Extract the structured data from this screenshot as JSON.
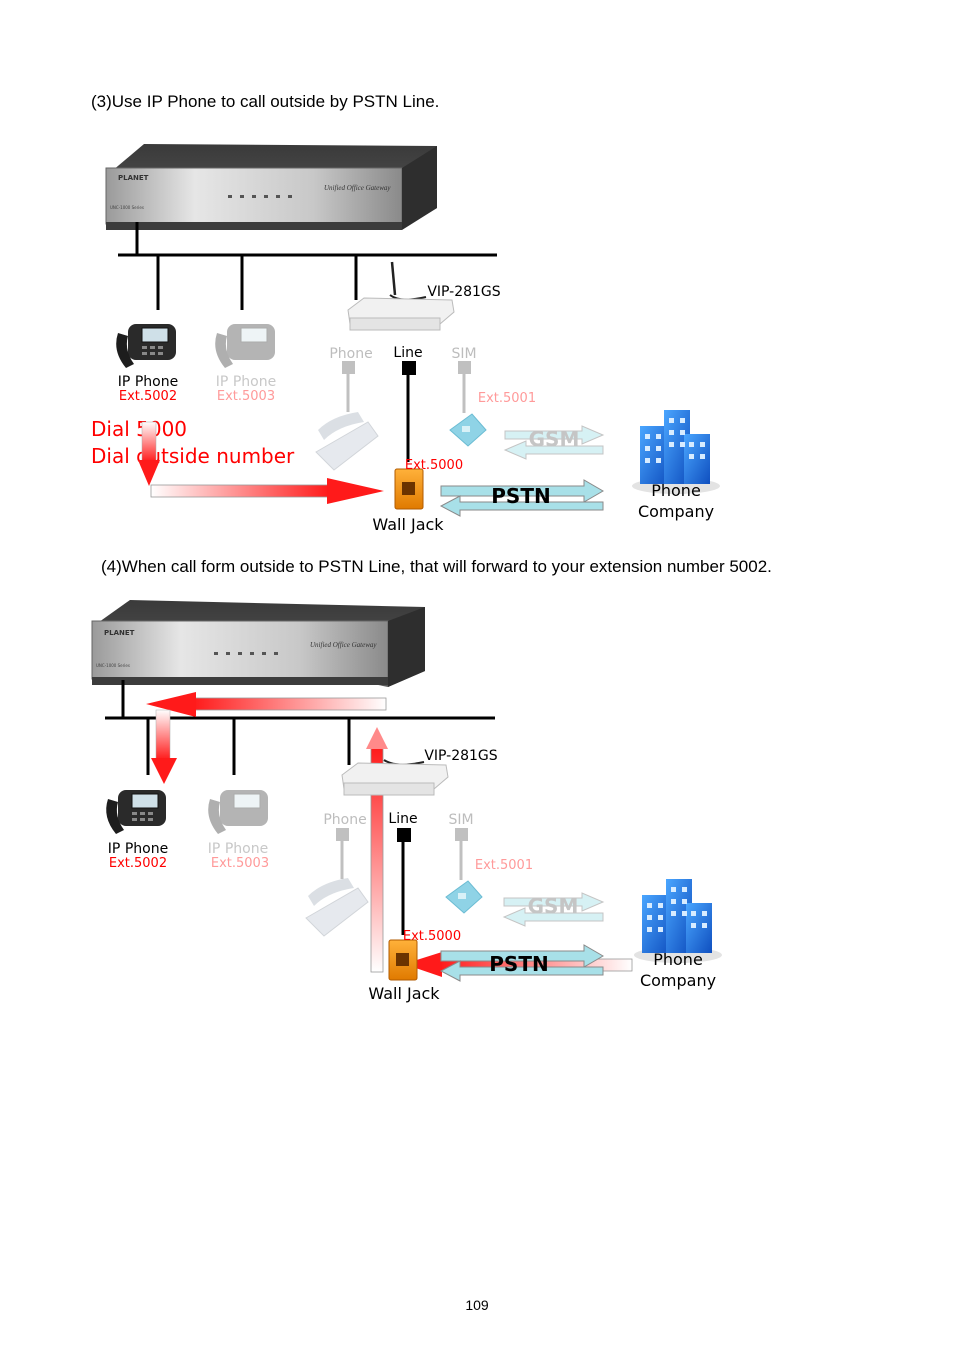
{
  "section3": {
    "caption": "(3)Use IP Phone to call outside by PSTN Line.",
    "gateway_brand": "PLANET",
    "gateway_name": "Unified Office Gateway",
    "gateway_model": "UNC-1000 Series",
    "vip_label": "VIP-281GS",
    "port_phone": "Phone",
    "port_line": "Line",
    "port_sim": "SIM",
    "ip_phone_1": {
      "label": "IP Phone",
      "ext": "Ext.5002"
    },
    "ip_phone_2": {
      "label": "IP Phone",
      "ext": "Ext.5003"
    },
    "ext_5001": "Ext.5001",
    "ext_5000": "Ext.5000",
    "dial_line_1": "Dial 5000",
    "dial_line_2": "Dial outside number",
    "gsm": "GSM",
    "pstn": "PSTN",
    "company_line_1": "Phone",
    "company_line_2": "Company",
    "wall_jack": "Wall Jack"
  },
  "section4": {
    "caption": "(4)When call form outside to PSTN Line, that will forward to your extension number 5002.",
    "gateway_brand": "PLANET",
    "gateway_name": "Unified Office Gateway",
    "gateway_model": "UNC-1000 Series",
    "vip_label": "VIP-281GS",
    "port_phone": "Phone",
    "port_line": "Line",
    "port_sim": "SIM",
    "ip_phone_1": {
      "label": "IP Phone",
      "ext": "Ext.5002"
    },
    "ip_phone_2": {
      "label": "IP Phone",
      "ext": "Ext.5003"
    },
    "ext_5001": "Ext.5001",
    "ext_5000": "Ext.5000",
    "gsm": "GSM",
    "pstn": "PSTN",
    "company_line_1": "Phone",
    "company_line_2": "Company",
    "wall_jack": "Wall Jack"
  },
  "page_number": "109",
  "colors": {
    "flow_red": "#ff2020",
    "ext_red": "#ff0000",
    "faded_red": "#ff9a9a",
    "bus": "#000000",
    "gsm_arrow": "#bfe9ee",
    "pstn_arrow": "#9fdde6",
    "building_blue": "#1e73e6"
  }
}
